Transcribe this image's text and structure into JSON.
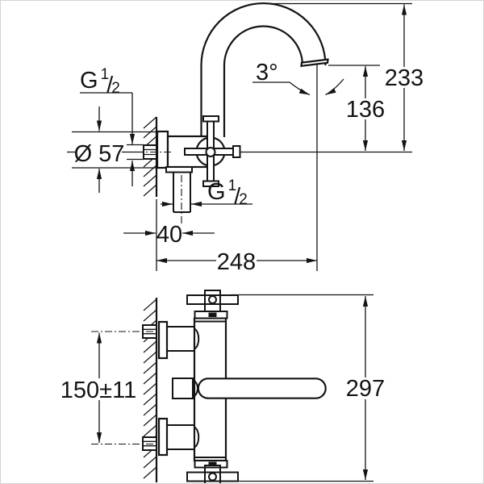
{
  "views": {
    "side": {
      "labels": {
        "wall_thread": {
          "g": "G",
          "one": "1",
          "slash": "/",
          "two": "2"
        },
        "shower_thread": {
          "g": "G",
          "one": "1",
          "slash": "/",
          "two": "2"
        },
        "flange_diameter": "Ø 57",
        "spout_angle": "3°",
        "height_total": "233",
        "height_outlet": "136",
        "shower_offset": "40",
        "projection": "248"
      }
    },
    "plan": {
      "labels": {
        "center_distance": "150±11",
        "overall_length": "297"
      }
    }
  },
  "colors": {
    "line": "#141414",
    "background": "#ffffff"
  }
}
